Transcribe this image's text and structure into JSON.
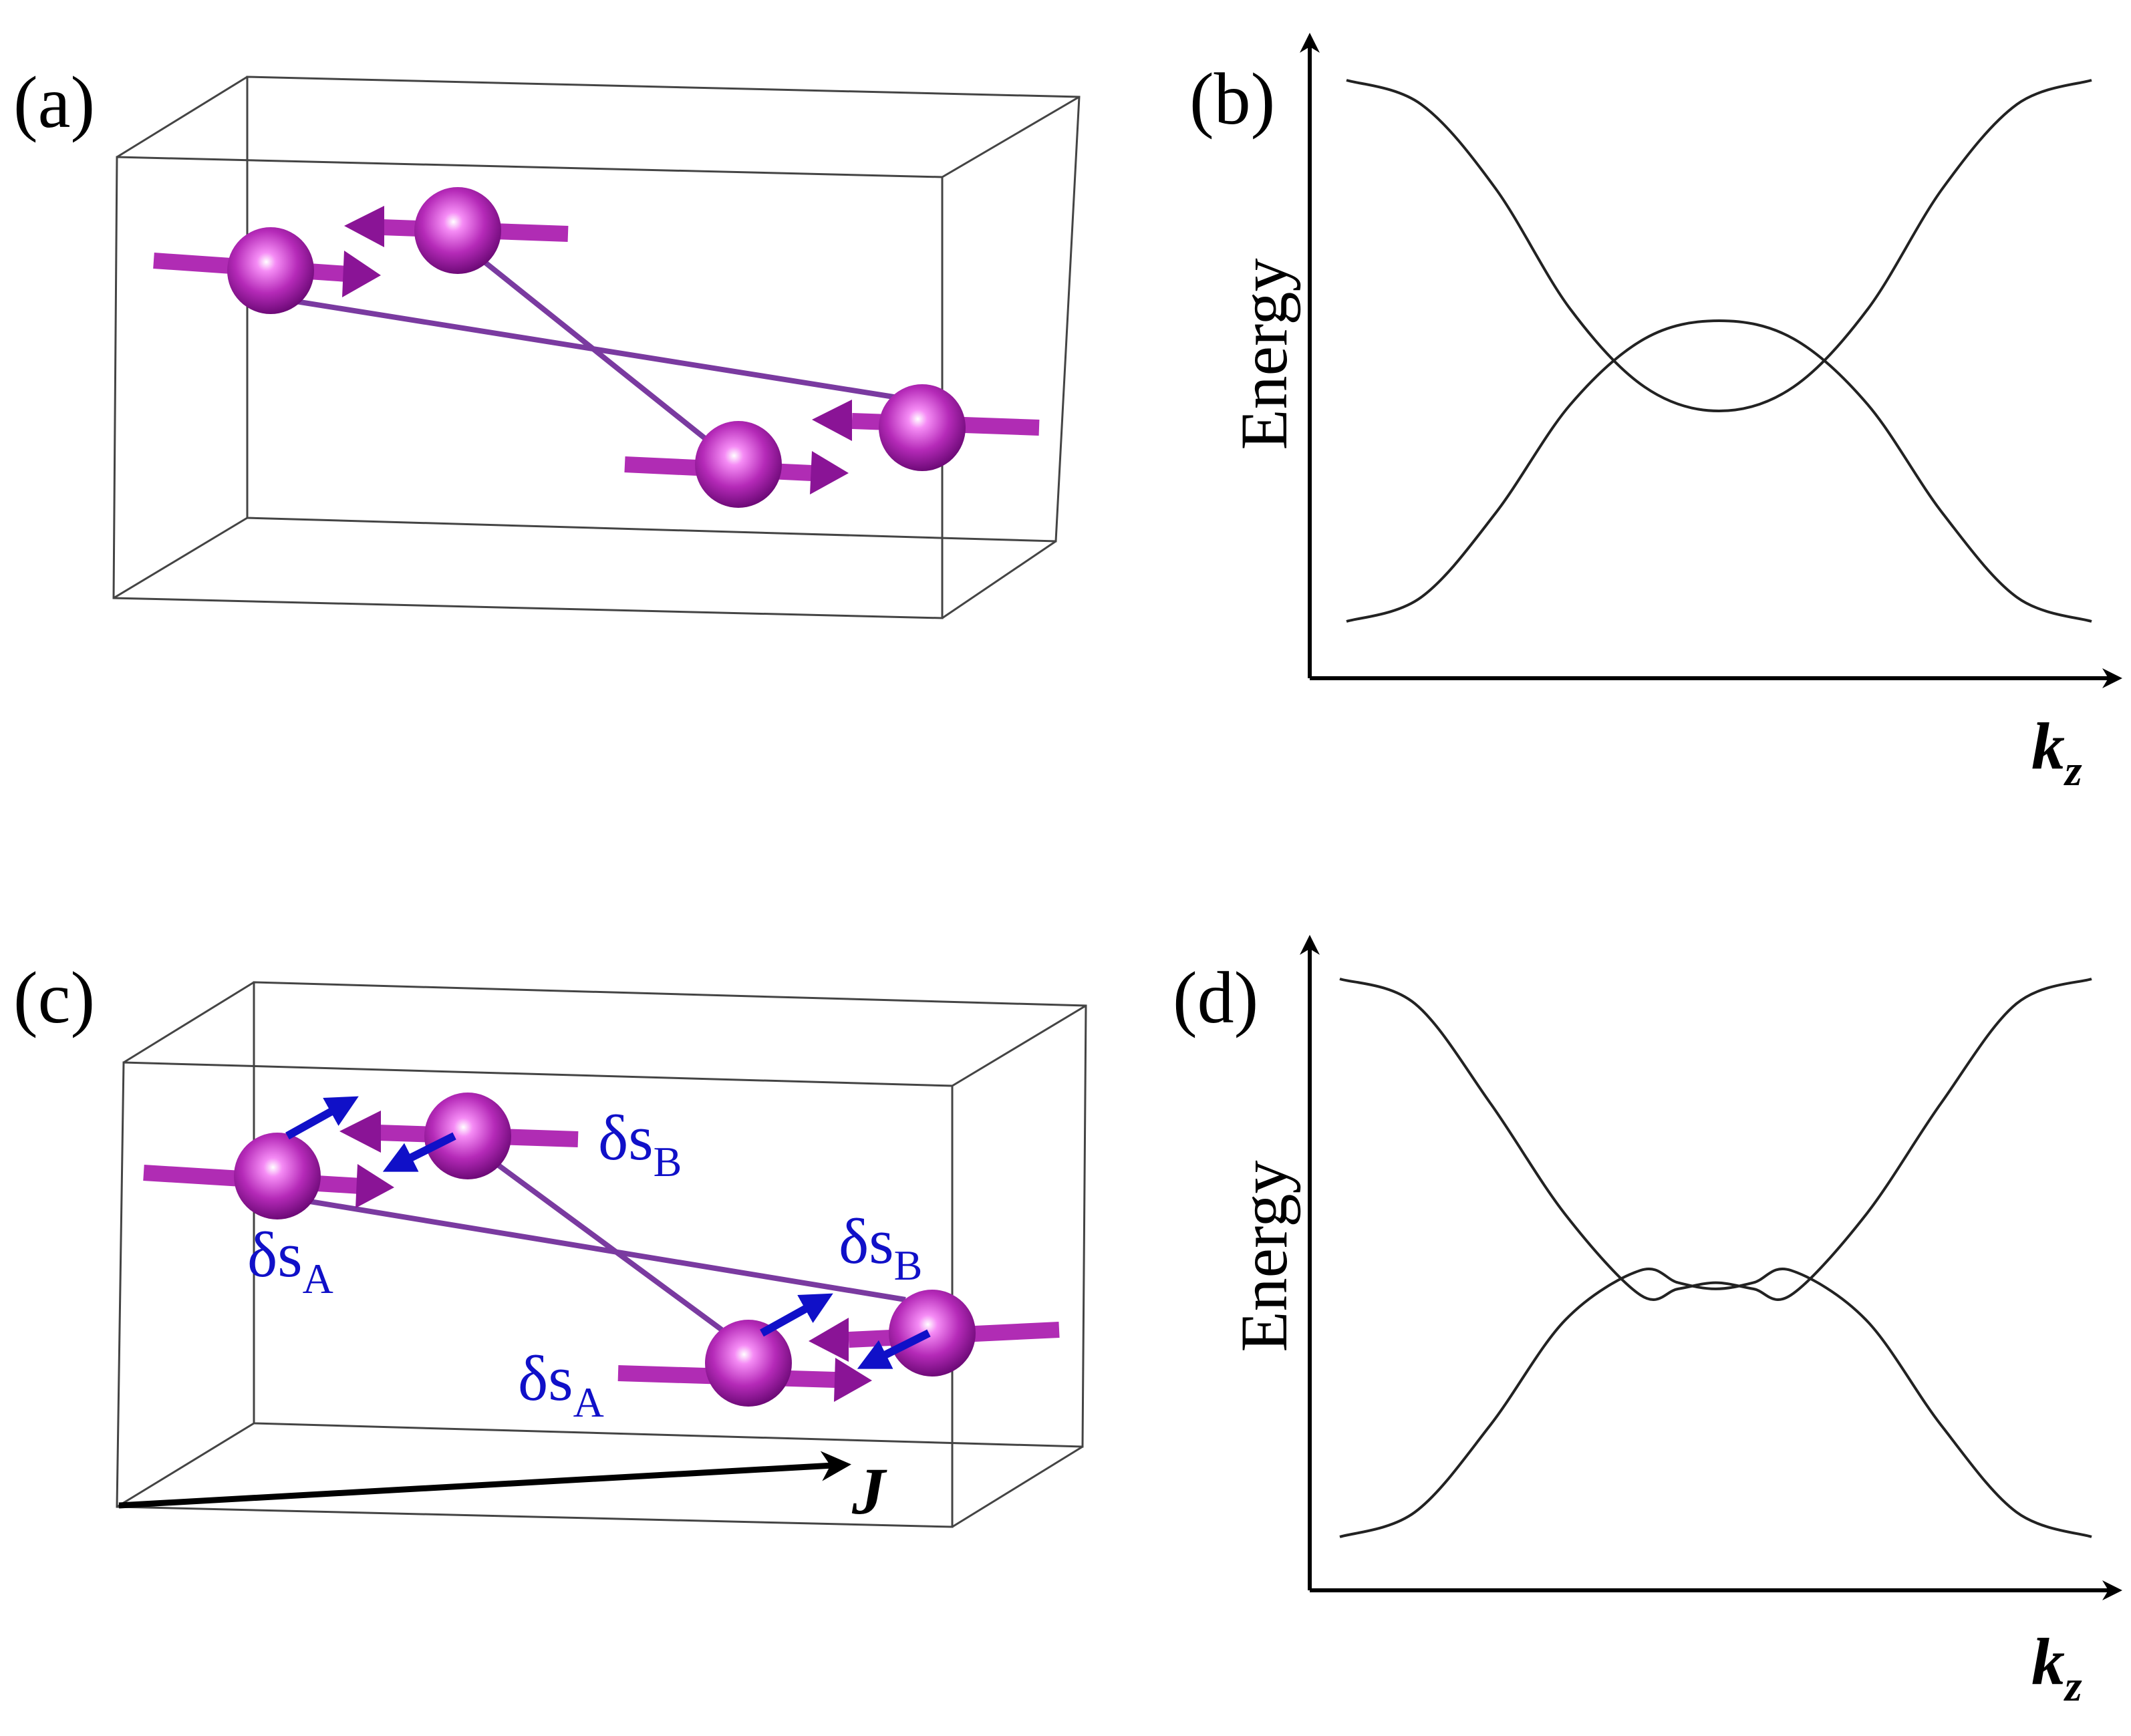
{
  "panels": {
    "a": {
      "label": "(a)"
    },
    "b": {
      "label": "(b)",
      "ylabel": "Energy",
      "xlabel": "k",
      "xlabel_sub": "z"
    },
    "c": {
      "label": "(c)",
      "spin_labels": [
        {
          "main": "δs",
          "sub": "B"
        },
        {
          "main": "δs",
          "sub": "A"
        },
        {
          "main": "δs",
          "sub": "B"
        },
        {
          "main": "δs",
          "sub": "A"
        }
      ],
      "current_label": "J"
    },
    "d": {
      "label": "(d)",
      "ylabel": "Energy",
      "xlabel": "k",
      "xlabel_sub": "z"
    }
  },
  "colors": {
    "atom": "#a020a8",
    "spin_arrow": "#b02cb4",
    "bond": "#7a3aa0",
    "delta_spin": "#1010c8",
    "band": "#222222"
  },
  "chart_data": [
    {
      "type": "line",
      "title": "",
      "xlabel": "k_z",
      "ylabel": "Energy",
      "x": [
        0,
        0.1,
        0.2,
        0.3,
        0.4,
        0.5,
        0.6,
        0.7,
        0.8,
        0.9,
        1.0
      ],
      "series": [
        {
          "values": [
            1.0,
            0.96,
            0.82,
            0.62,
            0.49,
            0.45,
            0.49,
            0.62,
            0.82,
            0.96,
            1.0
          ]
        },
        {
          "values": [
            0.1,
            0.14,
            0.28,
            0.46,
            0.57,
            0.6,
            0.57,
            0.46,
            0.28,
            0.14,
            0.1
          ]
        }
      ],
      "grid": false
    },
    {
      "type": "line",
      "title": "",
      "xlabel": "k_z",
      "ylabel": "Energy",
      "x": [
        0,
        0.1,
        0.2,
        0.3,
        0.4,
        0.45,
        0.5,
        0.55,
        0.6,
        0.7,
        0.8,
        0.9,
        1.0
      ],
      "series": [
        {
          "values": [
            1.0,
            0.96,
            0.8,
            0.62,
            0.49,
            0.5,
            0.51,
            0.5,
            0.49,
            0.62,
            0.8,
            0.96,
            1.0
          ]
        },
        {
          "values": [
            0.1,
            0.14,
            0.28,
            0.45,
            0.53,
            0.51,
            0.5,
            0.51,
            0.53,
            0.45,
            0.28,
            0.14,
            0.1
          ]
        }
      ],
      "grid": false
    }
  ]
}
